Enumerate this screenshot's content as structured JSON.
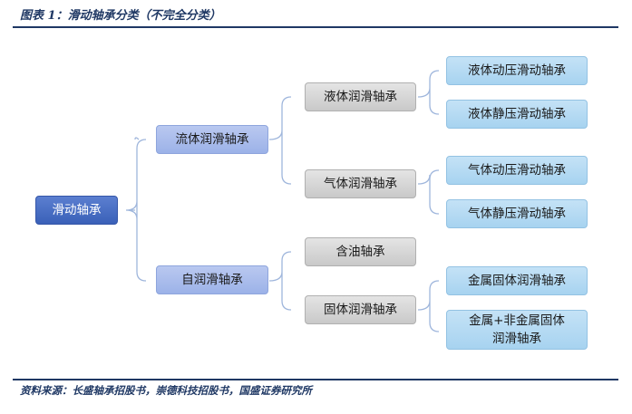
{
  "caption": "图表 1：滑动轴承分类（不完全分类）",
  "source": "资料来源：长盛轴承招股书，崇德科技招股书，国盛证券研究所",
  "nodes": {
    "root": "滑动轴承",
    "fluid": "流体润滑轴承",
    "self": "自润滑轴承",
    "liquid": "液体润滑轴承",
    "gas": "气体润滑轴承",
    "oil": "含油轴承",
    "solid": "固体润滑轴承",
    "liquid_dynamic": "液体动压滑动轴承",
    "liquid_static": "液体静压滑动轴承",
    "gas_dynamic": "气体动压滑动轴承",
    "gas_static": "气体静压滑动轴承",
    "metal_solid": "金属固体润滑轴承",
    "metal_nonmetal_l1": "金属+非金属固体",
    "metal_nonmetal_l2": "润滑轴承"
  }
}
